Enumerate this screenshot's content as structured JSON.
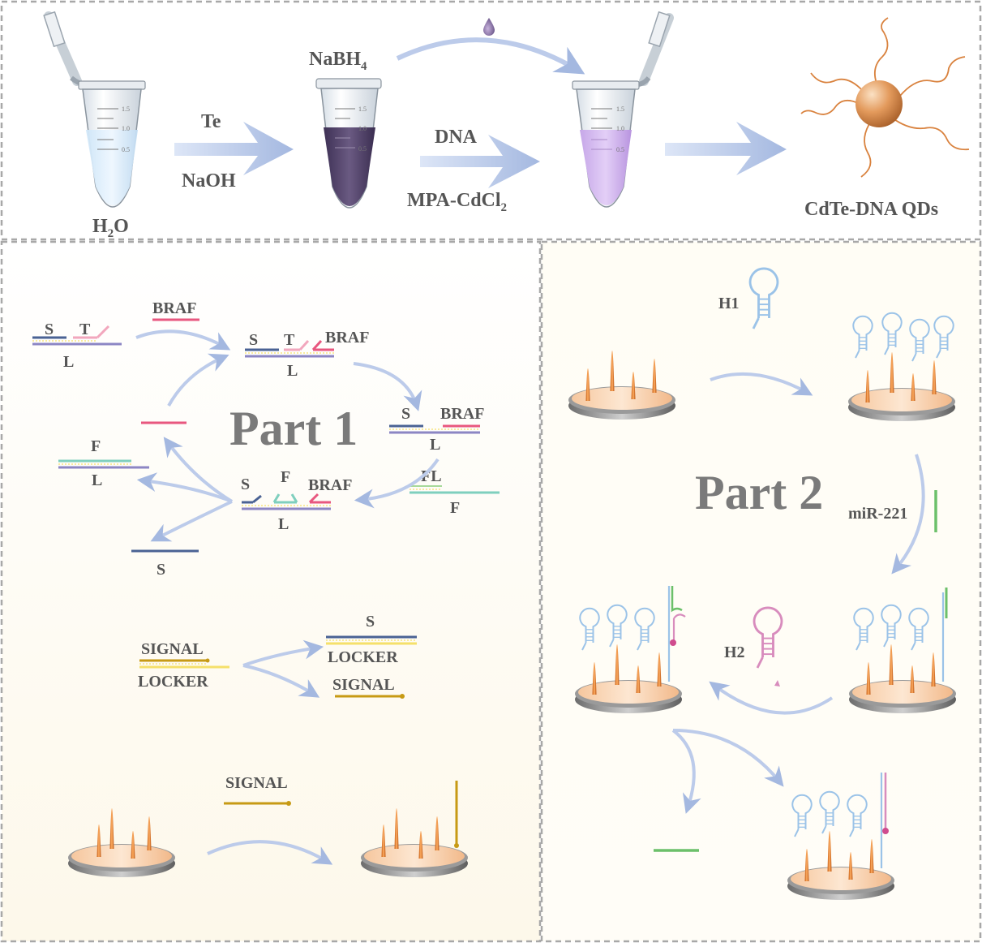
{
  "top": {
    "tube1_label": "H",
    "tube1_sub": "2",
    "tube1_tail": "O",
    "arrow1_top": "Te",
    "arrow1_bottom": "NaOH",
    "tube2_label": "NaBH",
    "tube2_sub": "4",
    "arrow2_top": "DNA",
    "arrow2_bottom": "MPA-CdCl",
    "arrow2_bottom_sub": "2",
    "product_label": "CdTe-DNA QDs",
    "tube_ticks": [
      "1.5",
      "1.0",
      "0.5"
    ]
  },
  "part1": {
    "title": "Part 1",
    "complex1": {
      "s": "S",
      "t": "T",
      "l": "L"
    },
    "braf_input": "BRAF",
    "complex2": {
      "s": "S",
      "t": "T",
      "braf": "BRAF",
      "l": "L"
    },
    "complex3": {
      "s": "S",
      "braf": "BRAF",
      "l": "L"
    },
    "fuel": {
      "fl": "FL",
      "f": "F"
    },
    "complex4": {
      "s": "S",
      "f": "F",
      "braf": "BRAF",
      "l": "L"
    },
    "waste_fl": {
      "f": "F",
      "l": "L"
    },
    "released_s": "S",
    "signal_locker": {
      "signal": "SIGNAL",
      "locker": "LOCKER"
    },
    "s_locker": {
      "s": "S",
      "locker": "LOCKER"
    },
    "released_signal": "SIGNAL",
    "signal_input": "SIGNAL"
  },
  "part2": {
    "title": "Part 2",
    "h1": "H1",
    "mir": "miR-221",
    "h2": "H2"
  },
  "colors": {
    "s_strand": "#4a6294",
    "l_strand": "#8c86c4",
    "t_strand": "#f2a7bd",
    "braf": "#e8577f",
    "fuel": "#7fcfbe",
    "signal": "#c79a14",
    "locker": "#f5e06a",
    "mir": "#6cc06a",
    "hairpin_h1": "#9bc3e8",
    "hairpin_h2": "#d88cbd",
    "arrow": "#a9bde3",
    "border": "#a8a8a8"
  }
}
